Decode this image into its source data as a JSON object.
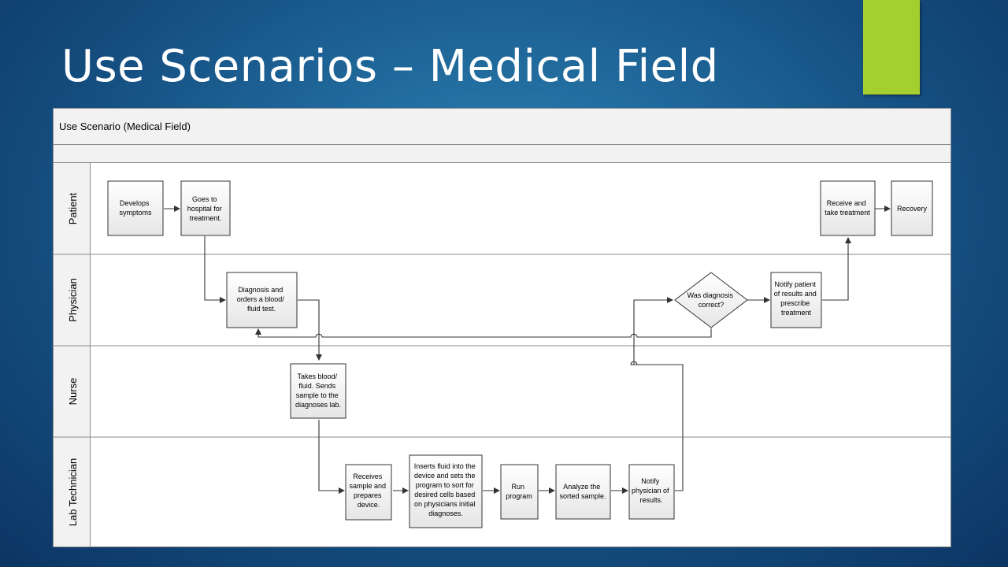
{
  "slide": {
    "title": "Use Scenarios – Medical Field"
  },
  "diagram": {
    "title": "Use Scenario (Medical Field)",
    "lanes": [
      {
        "id": "patient",
        "label": "Patient"
      },
      {
        "id": "physician",
        "label": "Physician"
      },
      {
        "id": "nurse",
        "label": "Nurse"
      },
      {
        "id": "lab",
        "label": "Lab Technician"
      }
    ],
    "steps": {
      "develops_symptoms": [
        "Develops",
        "symptoms"
      ],
      "goes_to_hospital": [
        "Goes to",
        "hospital for",
        "treatment."
      ],
      "diagnosis_orders": [
        "Diagnosis and",
        "orders a blood/",
        "fluid test."
      ],
      "takes_blood": [
        "Takes blood/",
        "fluid.  Sends",
        "sample to the",
        "diagnoses lab."
      ],
      "receives_sample": [
        "Receives",
        "sample and",
        "prepares",
        "device."
      ],
      "inserts_fluid": [
        "Inserts fluid into the",
        "device and sets the",
        "program to sort for",
        "desired cells based",
        "on physicians initial",
        "diagnoses."
      ],
      "run_program": [
        "Run",
        "program"
      ],
      "analyze_sample": [
        "Analyze the",
        "sorted sample."
      ],
      "notify_physician": [
        "Notify",
        "physician of",
        "results."
      ],
      "was_diagnosis_correct": [
        "Was diagnosis",
        "correct?"
      ],
      "notify_patient": [
        "Notify patient",
        "of results and",
        "prescribe",
        "treatment"
      ],
      "receive_treatment": [
        "Receive and",
        "take treatment"
      ],
      "recovery": [
        "Recovery"
      ]
    }
  }
}
